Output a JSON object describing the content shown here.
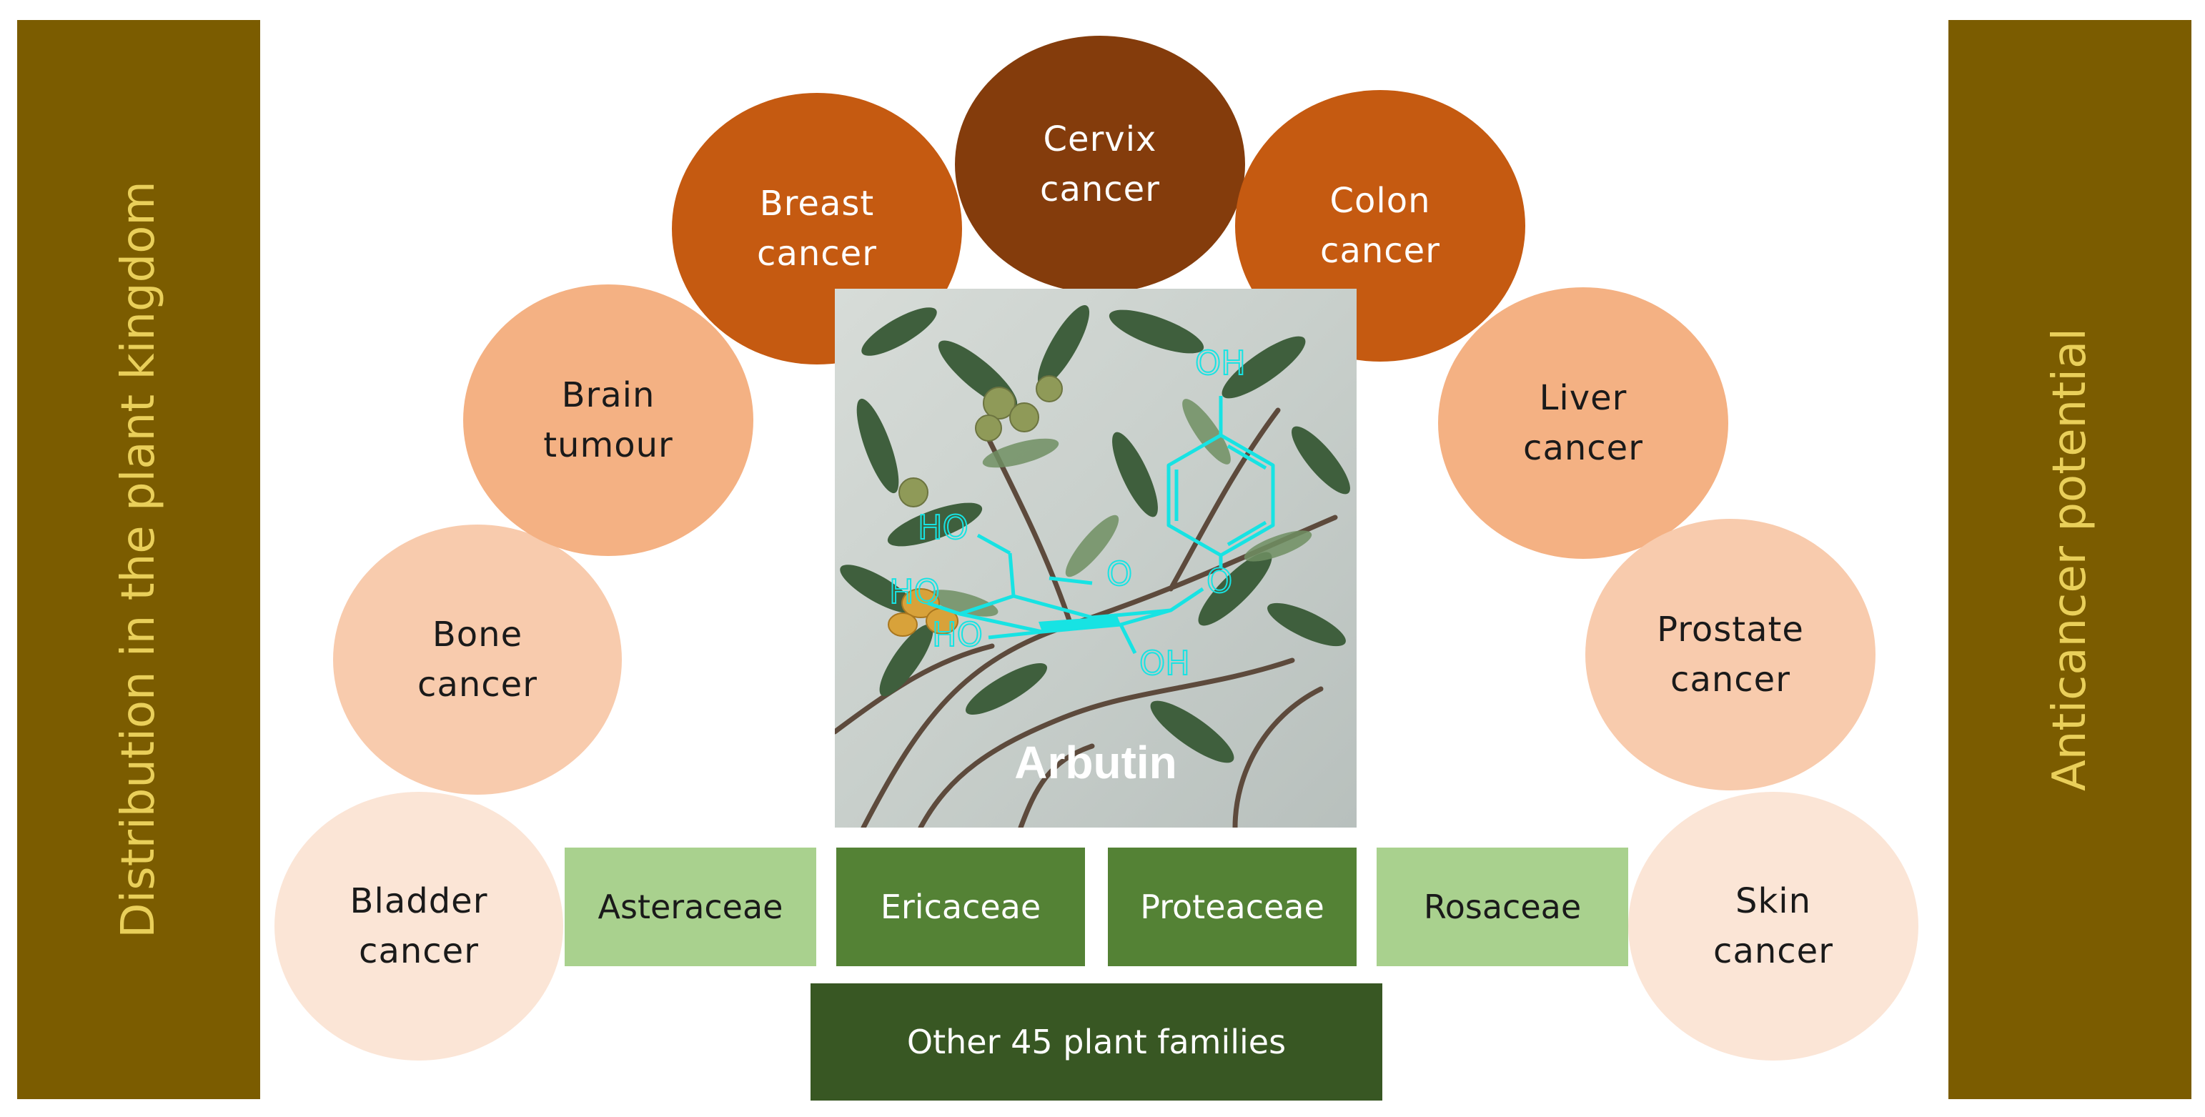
{
  "left_bar": {
    "label": "Distribution in the plant kingdom"
  },
  "right_bar": {
    "label": "Anticancer potential"
  },
  "compound": {
    "name": "Arbutin",
    "oh_top": "OH",
    "ho_ch2": "HO",
    "ho_2": "HO",
    "ho_3": "HO",
    "oh_bottom": "OH",
    "ring_o": "O",
    "link_o": "O"
  },
  "cancers": [
    {
      "id": "bladder",
      "label": "Bladder\ncancer",
      "fill": "#fbe5d6",
      "text": "#1a1a1a"
    },
    {
      "id": "bone",
      "label": "Bone\ncancer",
      "fill": "#f8cbad",
      "text": "#1a1a1a"
    },
    {
      "id": "brain",
      "label": "Brain\ntumour",
      "fill": "#f4b183",
      "text": "#1a1a1a"
    },
    {
      "id": "breast",
      "label": "Breast\ncancer",
      "fill": "#c55a11",
      "text": "#ffffff"
    },
    {
      "id": "cervix",
      "label": "Cervix\ncancer",
      "fill": "#843c0c",
      "text": "#ffffff"
    },
    {
      "id": "colon",
      "label": "Colon\ncancer",
      "fill": "#c55a11",
      "text": "#ffffff"
    },
    {
      "id": "liver",
      "label": "Liver\ncancer",
      "fill": "#f4b183",
      "text": "#1a1a1a"
    },
    {
      "id": "prostate",
      "label": "Prostate\ncancer",
      "fill": "#f8cbad",
      "text": "#1a1a1a"
    },
    {
      "id": "skin",
      "label": "Skin\ncancer",
      "fill": "#fbe5d6",
      "text": "#1a1a1a"
    }
  ],
  "families": [
    {
      "id": "asteraceae",
      "label": "Asteraceae",
      "fill": "#a9d18e",
      "text": "#1a1a1a"
    },
    {
      "id": "ericaceae",
      "label": "Ericaceae",
      "fill": "#548235",
      "text": "#ffffff"
    },
    {
      "id": "proteaceae",
      "label": "Proteaceae",
      "fill": "#548235",
      "text": "#ffffff"
    },
    {
      "id": "rosaceae",
      "label": "Rosaceae",
      "fill": "#a9d18e",
      "text": "#1a1a1a"
    },
    {
      "id": "other",
      "label": "Other 45 plant families",
      "fill": "#385723",
      "text": "#ffffff"
    }
  ],
  "colors": {
    "side_bar": "#7b5c00",
    "side_text": "#e9cf5a",
    "structure": "#17e3e3"
  }
}
